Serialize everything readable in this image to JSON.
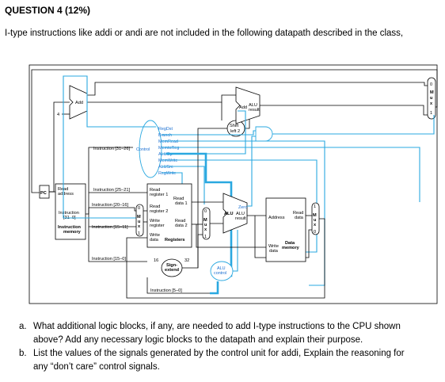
{
  "question": {
    "title": "QUESTION 4 (12%)",
    "intro": "I-type instructions like addi or andi are not included in the following datapath described in the class,"
  },
  "datapath": {
    "add": "Add",
    "four": "4",
    "alu_add": "Add",
    "alu_result": "ALU",
    "alu_result2": "result",
    "shift1": "Shift",
    "shift2": "left 2",
    "pc": "PC",
    "read_address1": "Read",
    "read_address2": "address",
    "instr_mem1": "Instruction",
    "instr_mem2": "[31–0]",
    "instr_mem3": "Instruction",
    "instr_mem4": "memory",
    "i3126": "Instruction [31–26]",
    "i2521": "Instruction [25–21]",
    "i2016": "Instruction [20–16]",
    "i1511": "Instruction [15–11]",
    "i150": "Instruction [15–0]",
    "i50": "Instruction [5–0]",
    "control": "Control",
    "signals": [
      "RegDst",
      "Branch",
      "MemRead",
      "MemtoReg",
      "ALUOp",
      "MemWrite",
      "ALUSrc",
      "RegWrite"
    ],
    "read_reg1a": "Read",
    "read_reg1b": "register 1",
    "read_data1a": "Read",
    "read_data1b": "data 1",
    "read_reg2a": "Read",
    "read_reg2b": "register 2",
    "write_reg_a": "Write",
    "write_reg_b": "register",
    "read_data2a": "Read",
    "read_data2b": "data 2",
    "write_data_a": "Write",
    "write_data_b": "data",
    "registers": "Registers",
    "sixteen": "16",
    "thirtytwo": "32",
    "sign1": "Sign-",
    "sign2": "extend",
    "zero": "Zero",
    "alu": "ALU",
    "alu_res1": "ALU",
    "alu_res2": "result",
    "address": "Address",
    "dm_read1": "Read",
    "dm_read2": "data",
    "dm_write1": "Write",
    "dm_write2": "data",
    "data_mem1": "Data",
    "data_mem2": "memory",
    "aluctl1": "ALU",
    "aluctl2": "control",
    "mux": "Mux",
    "zero_in": "0",
    "one_in": "1"
  },
  "questions": [
    {
      "letter": "a.",
      "text": "What additional logic blocks, if any, are needed to add I-type instructions to the CPU shown above? Add any necessary logic blocks to the datapath and explain their purpose."
    },
    {
      "letter": "b.",
      "text": "List the values of the signals generated by the control unit for addi, Explain the reasoning for any “don’t care” control signals."
    }
  ]
}
